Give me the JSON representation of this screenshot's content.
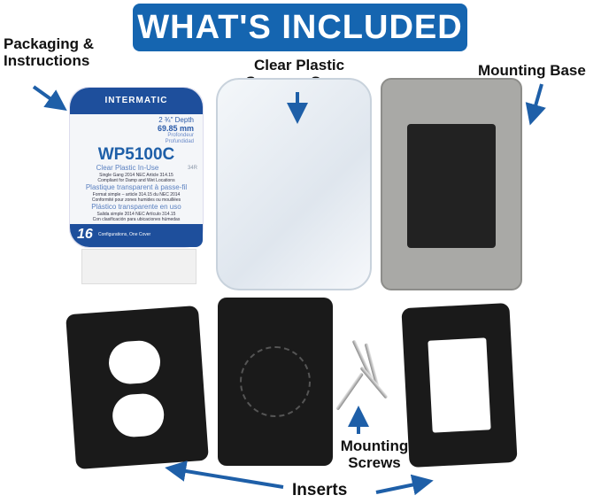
{
  "banner": {
    "title": "WHAT'S INCLUDED",
    "color": "#1565b0"
  },
  "labels": {
    "packaging": "Packaging &\nInstructions",
    "cover": "Clear Plastic\nSnap-on Cover",
    "base": "Mounting Base",
    "screws": "Mounting\nScrews",
    "inserts": "Inserts"
  },
  "package": {
    "brand": "INTERMATIC",
    "depth_in": "2 ¾\" Depth",
    "depth_mm": "69.85 mm",
    "depth_fr": "Profondeur",
    "depth_es": "Profundidad",
    "model": "WP5100C",
    "en_title": "Clear Plastic In-Use",
    "code": "34R",
    "en_1": "Single Gang 2014 NEC Article 314.15",
    "en_2": "Compliant for Damp and Wet Locations",
    "fr_title": "Plastique transparent à passe-fil",
    "fr_1": "Format simple – article 314.15 du NEC 2014",
    "fr_2": "Conformité pour zones humides ou mouillées",
    "es_title": "Plástico transparente en uso",
    "es_1": "Salida simple 2014 NEC Artículo 314.15",
    "es_2": "Con clasificación para ubicaciones húmedas",
    "count": "16",
    "count_text": "Configurations, One Cover"
  },
  "arrow_color": "#1e5fa8"
}
